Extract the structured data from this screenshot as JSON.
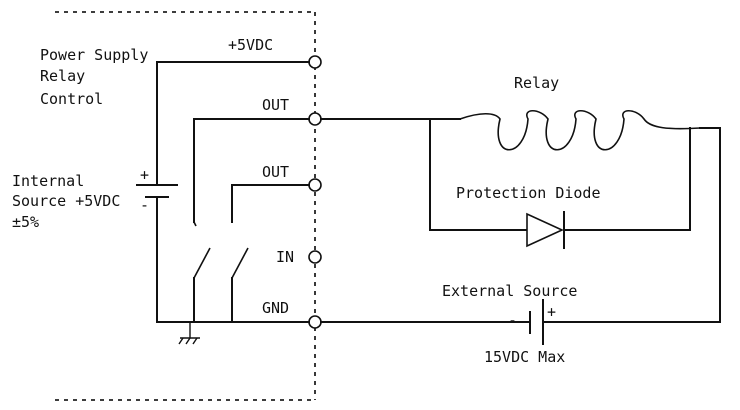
{
  "labels": {
    "power_supply_relay_control": [
      "Power Supply",
      "Relay",
      "Control"
    ],
    "internal_source": [
      "Internal",
      "Source +5VDC",
      "±5%"
    ],
    "plus5vdc": "+5VDC",
    "out1": "OUT",
    "out2": "OUT",
    "in": "IN",
    "gnd": "GND",
    "relay": "Relay",
    "protection_diode": "Protection Diode",
    "external_source": "External Source",
    "max_voltage": "15VDC Max",
    "battery_plus": "+",
    "battery_minus": "-",
    "ext_plus": "+",
    "ext_minus": "-"
  }
}
